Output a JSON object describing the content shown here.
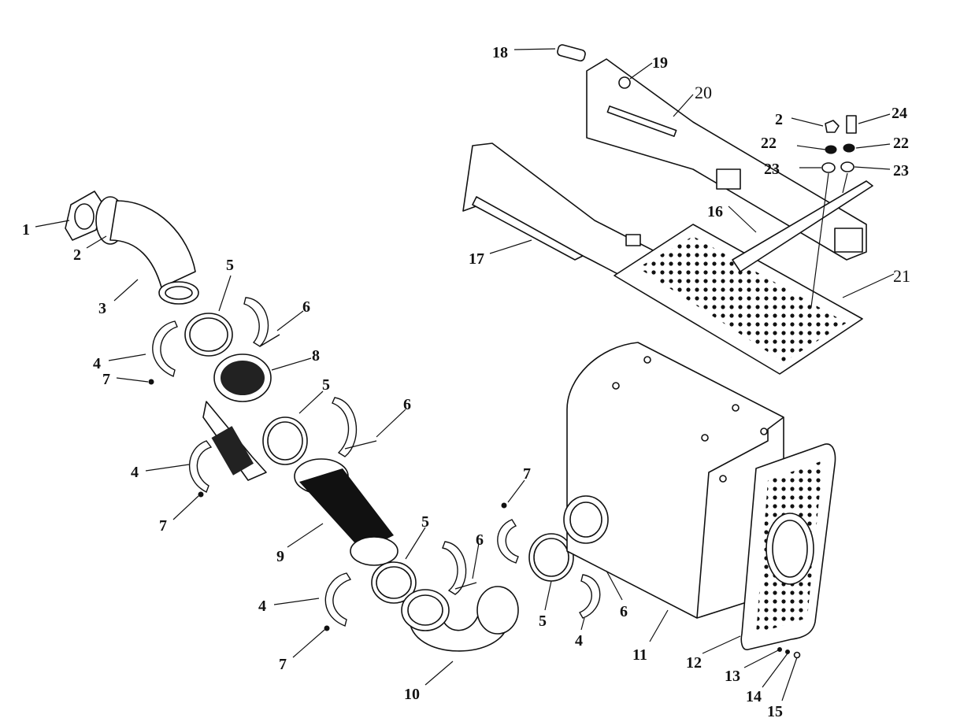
{
  "title": "Exhaust muffler assembly exploded parts diagram",
  "callouts": [
    "1",
    "2",
    "3",
    "4",
    "5",
    "6",
    "8",
    "7",
    "5",
    "6",
    "4",
    "7",
    "9",
    "5",
    "6",
    "4",
    "7",
    "10",
    "7",
    "5",
    "4",
    "6",
    "11",
    "12",
    "13",
    "14",
    "15",
    "18",
    "19",
    "20",
    "2",
    "24",
    "22",
    "22",
    "23",
    "23",
    "16",
    "17",
    "21"
  ]
}
